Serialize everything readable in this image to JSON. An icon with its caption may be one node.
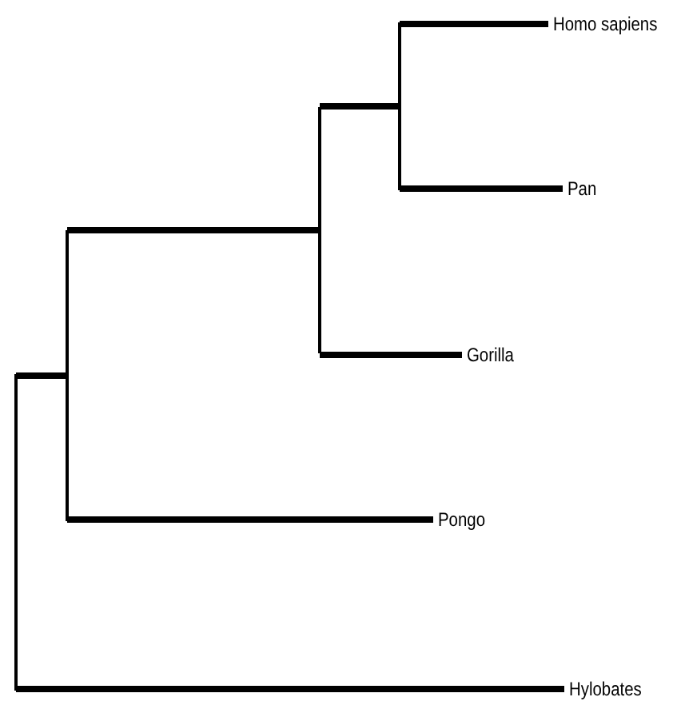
{
  "diagram": {
    "nodes": [
      {
        "text": [
          "Homo sapiens"
        ]
      },
      {
        "text": [
          "Pan"
        ]
      },
      {
        "text": [
          "Gorilla"
        ]
      },
      {
        "text": [
          "Pongo"
        ]
      },
      {
        "text": [
          "Hylobates"
        ]
      },
      {
        "text": [],
        "shape": "bar"
      },
      {
        "text": [],
        "shape": "bar"
      },
      {
        "text": [],
        "shape": "bar"
      },
      {
        "text": [],
        "shape": "bar"
      }
    ],
    "edges": [
      {
        "from": 5,
        "to": 6,
        "arrow": "none"
      },
      {
        "from": 5,
        "to": 4,
        "arrow": "none"
      },
      {
        "from": 6,
        "to": 7,
        "arrow": "none"
      },
      {
        "from": 6,
        "to": 3,
        "arrow": "none"
      },
      {
        "from": 7,
        "to": 8,
        "arrow": "none"
      },
      {
        "from": 7,
        "to": 2,
        "arrow": "none"
      },
      {
        "from": 8,
        "to": 0,
        "arrow": "none"
      },
      {
        "from": 8,
        "to": 1,
        "arrow": "none"
      }
    ]
  }
}
